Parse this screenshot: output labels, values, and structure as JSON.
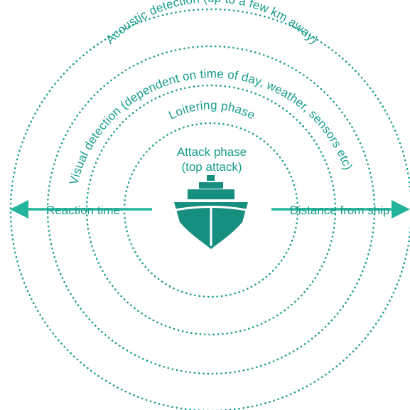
{
  "rings": {
    "acoustic": "Acoustic detection (up to a few km away)",
    "visual": "Visual detection (dependent on time of day, weather, sensors etc)",
    "loitering": "Loitering phase"
  },
  "attack": {
    "line1": "Attack phase",
    "line2": "(top attack)"
  },
  "arrows": {
    "left_label": "Reaction time",
    "right_label": "Distance from ship"
  },
  "colors": {
    "ring": "#179c8a",
    "arrow": "#23b59c",
    "ship": "#178f80"
  },
  "icons": {
    "center": "ship-icon"
  }
}
